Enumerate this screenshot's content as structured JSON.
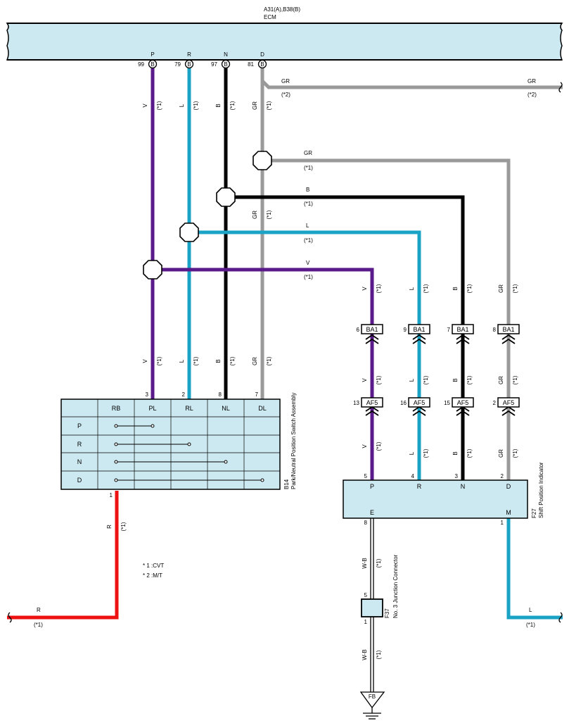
{
  "colors": {
    "purple": "#5a1a8a",
    "blue": "#1ba3c6",
    "black": "#000000",
    "gray": "#9a9a9a",
    "red": "#ee1111",
    "box_fill": "#cce9f1"
  },
  "ecm": {
    "ref": "A31(A),B38(B)",
    "name": "ECM",
    "pins": [
      {
        "label": "P",
        "num": "99",
        "conn": "B"
      },
      {
        "label": "R",
        "num": "79",
        "conn": "B"
      },
      {
        "label": "N",
        "num": "97",
        "conn": "B"
      },
      {
        "label": "D",
        "num": "81",
        "conn": "B"
      }
    ]
  },
  "wires": {
    "v": "V",
    "l": "L",
    "b": "B",
    "gr": "GR",
    "r": "R",
    "wb": "W-B",
    "note1": "(*1)",
    "note2": "(*2)"
  },
  "switch": {
    "ref": "B14",
    "name": "Park/Neutral Position Switch Assembly",
    "pins": [
      "3",
      "2",
      "8",
      "7"
    ],
    "bottom_pin": "1",
    "header": [
      "RB",
      "PL",
      "RL",
      "NL",
      "DL"
    ],
    "rows": [
      "P",
      "R",
      "N",
      "D"
    ]
  },
  "connectors": {
    "ba1": {
      "name": "BA1",
      "pins": [
        "6",
        "9",
        "7",
        "8"
      ]
    },
    "af5": {
      "name": "AF5",
      "pins": [
        "13",
        "16",
        "15",
        "2"
      ]
    }
  },
  "indicator": {
    "ref": "F27",
    "name": "Shift Position Indicator",
    "top_pins": [
      "5",
      "4",
      "3",
      "2"
    ],
    "top_labels": [
      "P",
      "R",
      "N",
      "D"
    ],
    "e_label": "E",
    "e_pin": "8",
    "m_label": "M",
    "m_pin": "1"
  },
  "junction": {
    "ref": "F37",
    "name": "No. 3 Junction Connector",
    "top_pin": "5",
    "bottom_pin": "1"
  },
  "ground": {
    "label": "FB"
  },
  "notes": [
    "* 1 :CVT",
    "* 2 :M/T"
  ]
}
